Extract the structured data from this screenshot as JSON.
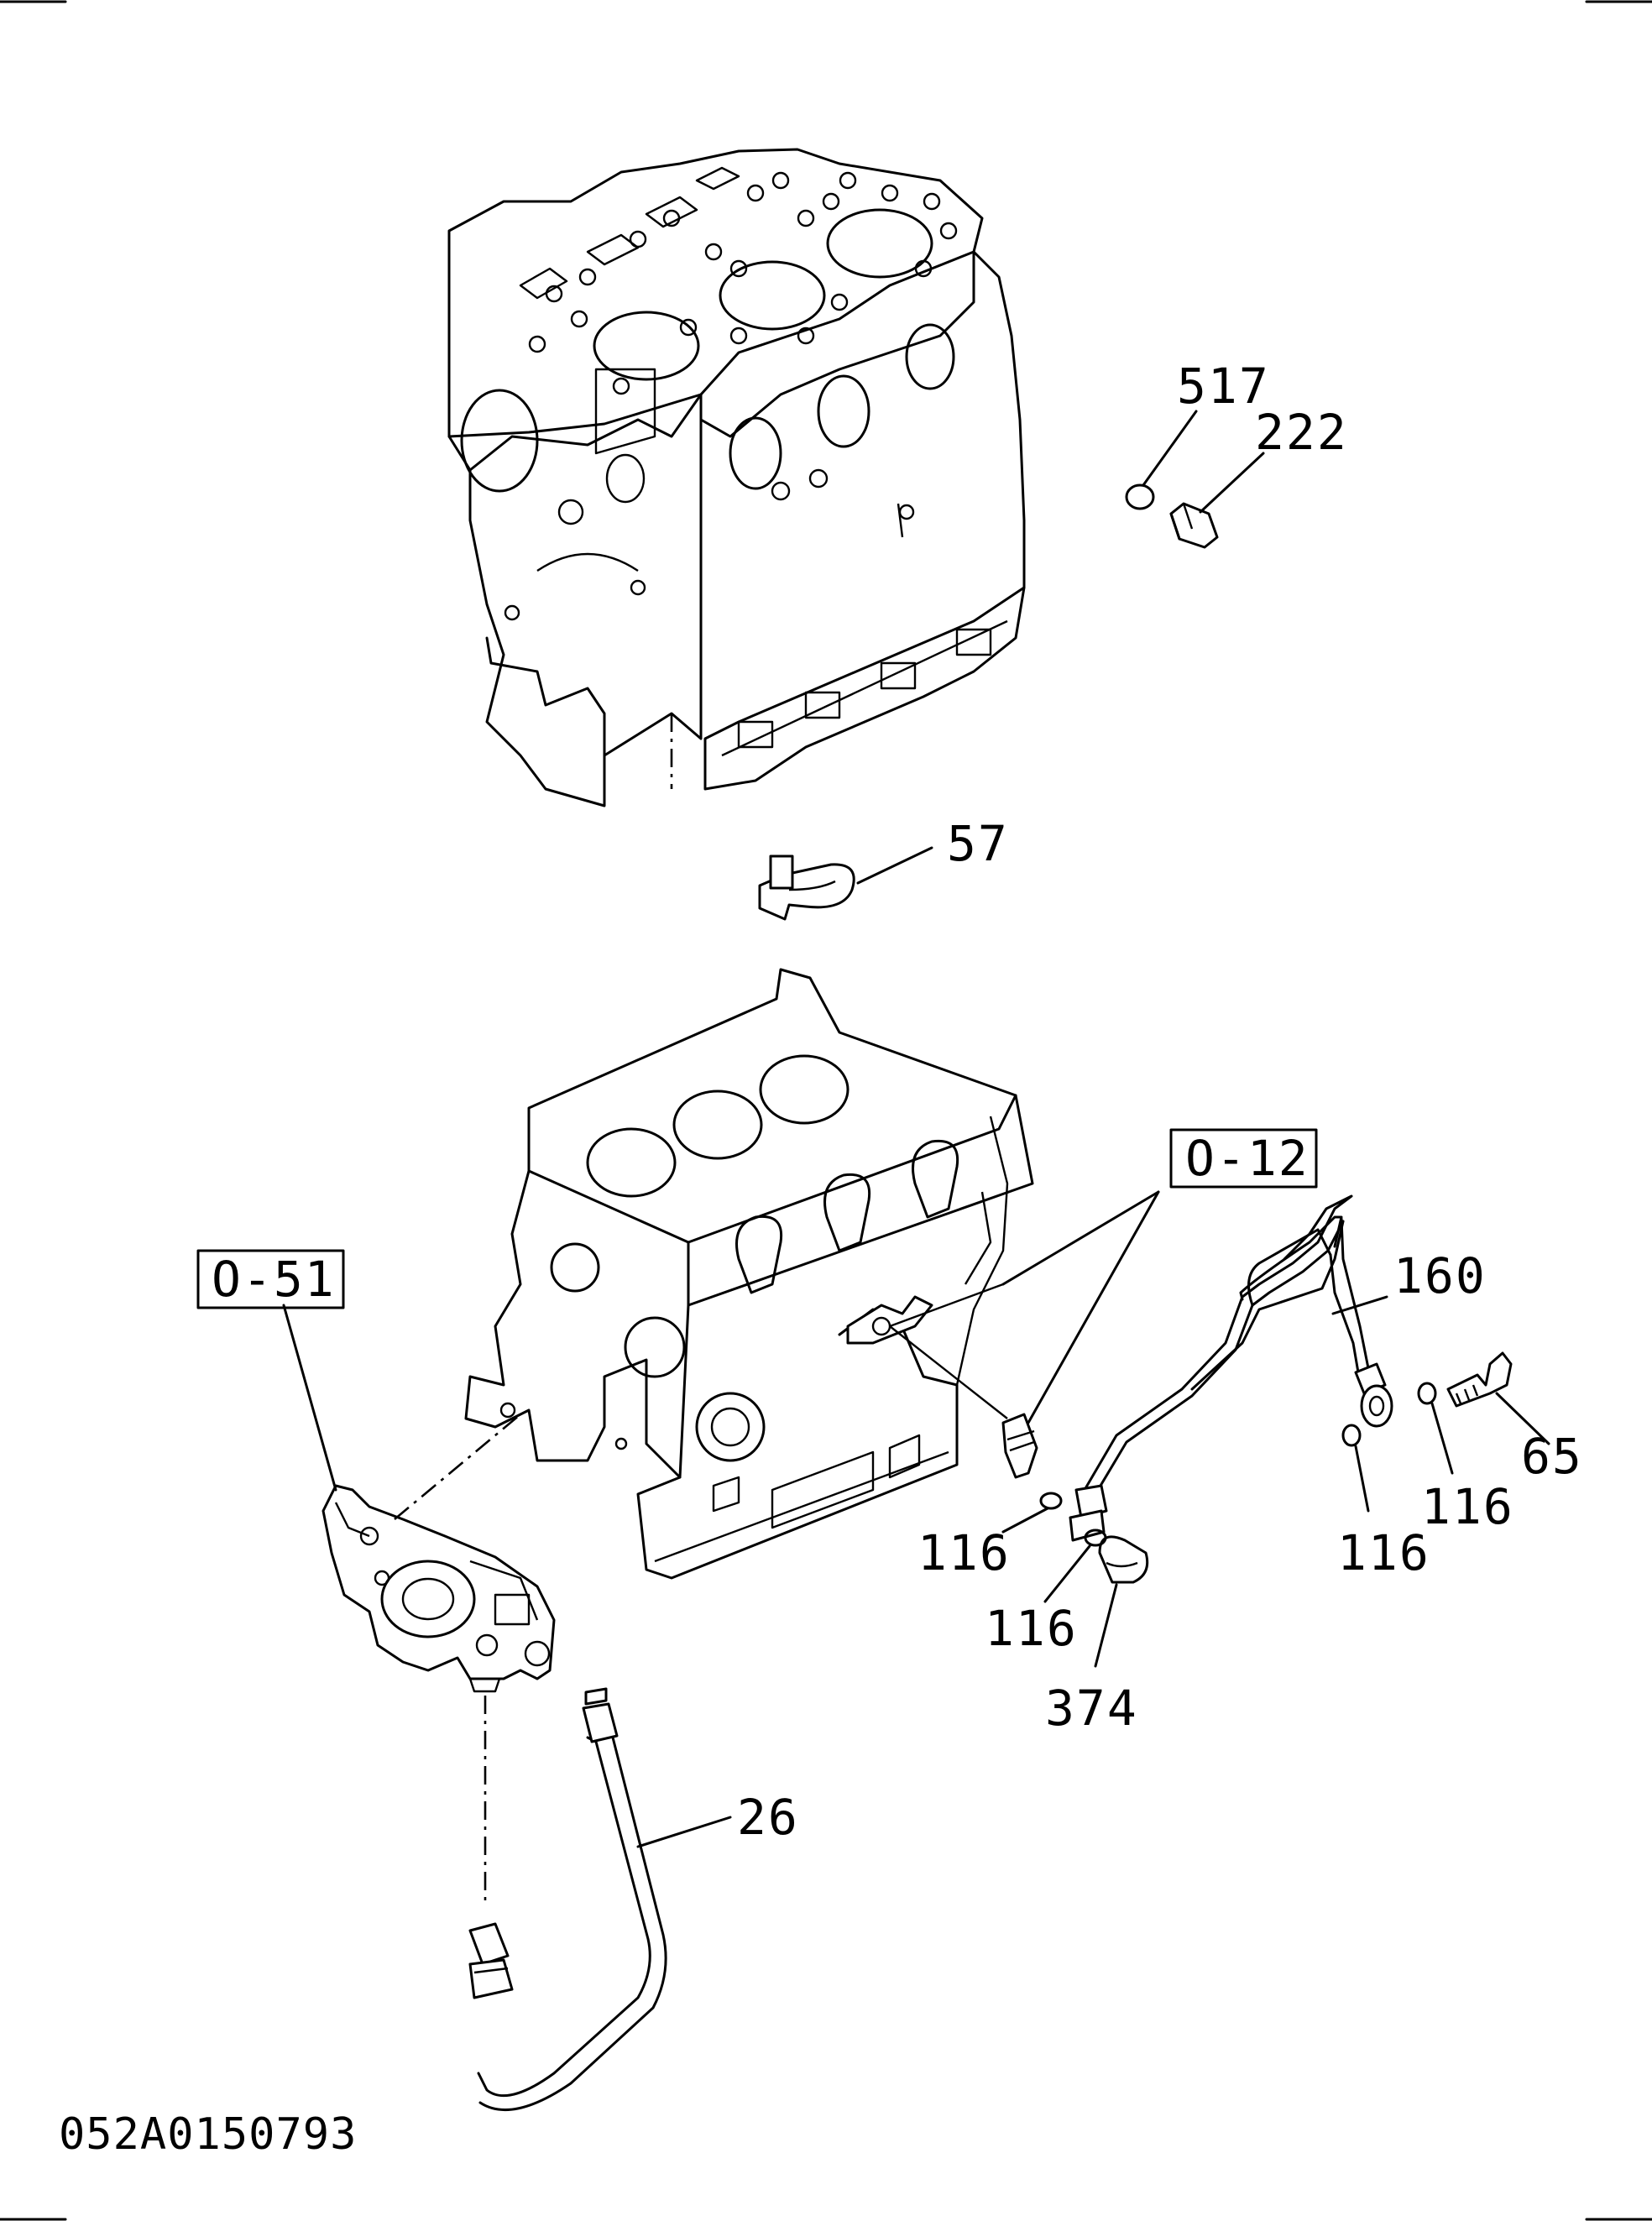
{
  "drawing_code": "052A0150793",
  "callouts": [
    {
      "id": "517",
      "text": "517"
    },
    {
      "id": "222",
      "text": "222"
    },
    {
      "id": "57",
      "text": "57"
    },
    {
      "id": "160",
      "text": "160"
    },
    {
      "id": "65",
      "text": "65"
    },
    {
      "id": "116a",
      "text": "116"
    },
    {
      "id": "116b",
      "text": "116"
    },
    {
      "id": "116c",
      "text": "116"
    },
    {
      "id": "116d",
      "text": "116"
    },
    {
      "id": "374",
      "text": "374"
    },
    {
      "id": "26",
      "text": "26"
    }
  ],
  "reference_boxes": [
    {
      "id": "O-12",
      "text": "O-12"
    },
    {
      "id": "O-51",
      "text": "O-51"
    }
  ]
}
